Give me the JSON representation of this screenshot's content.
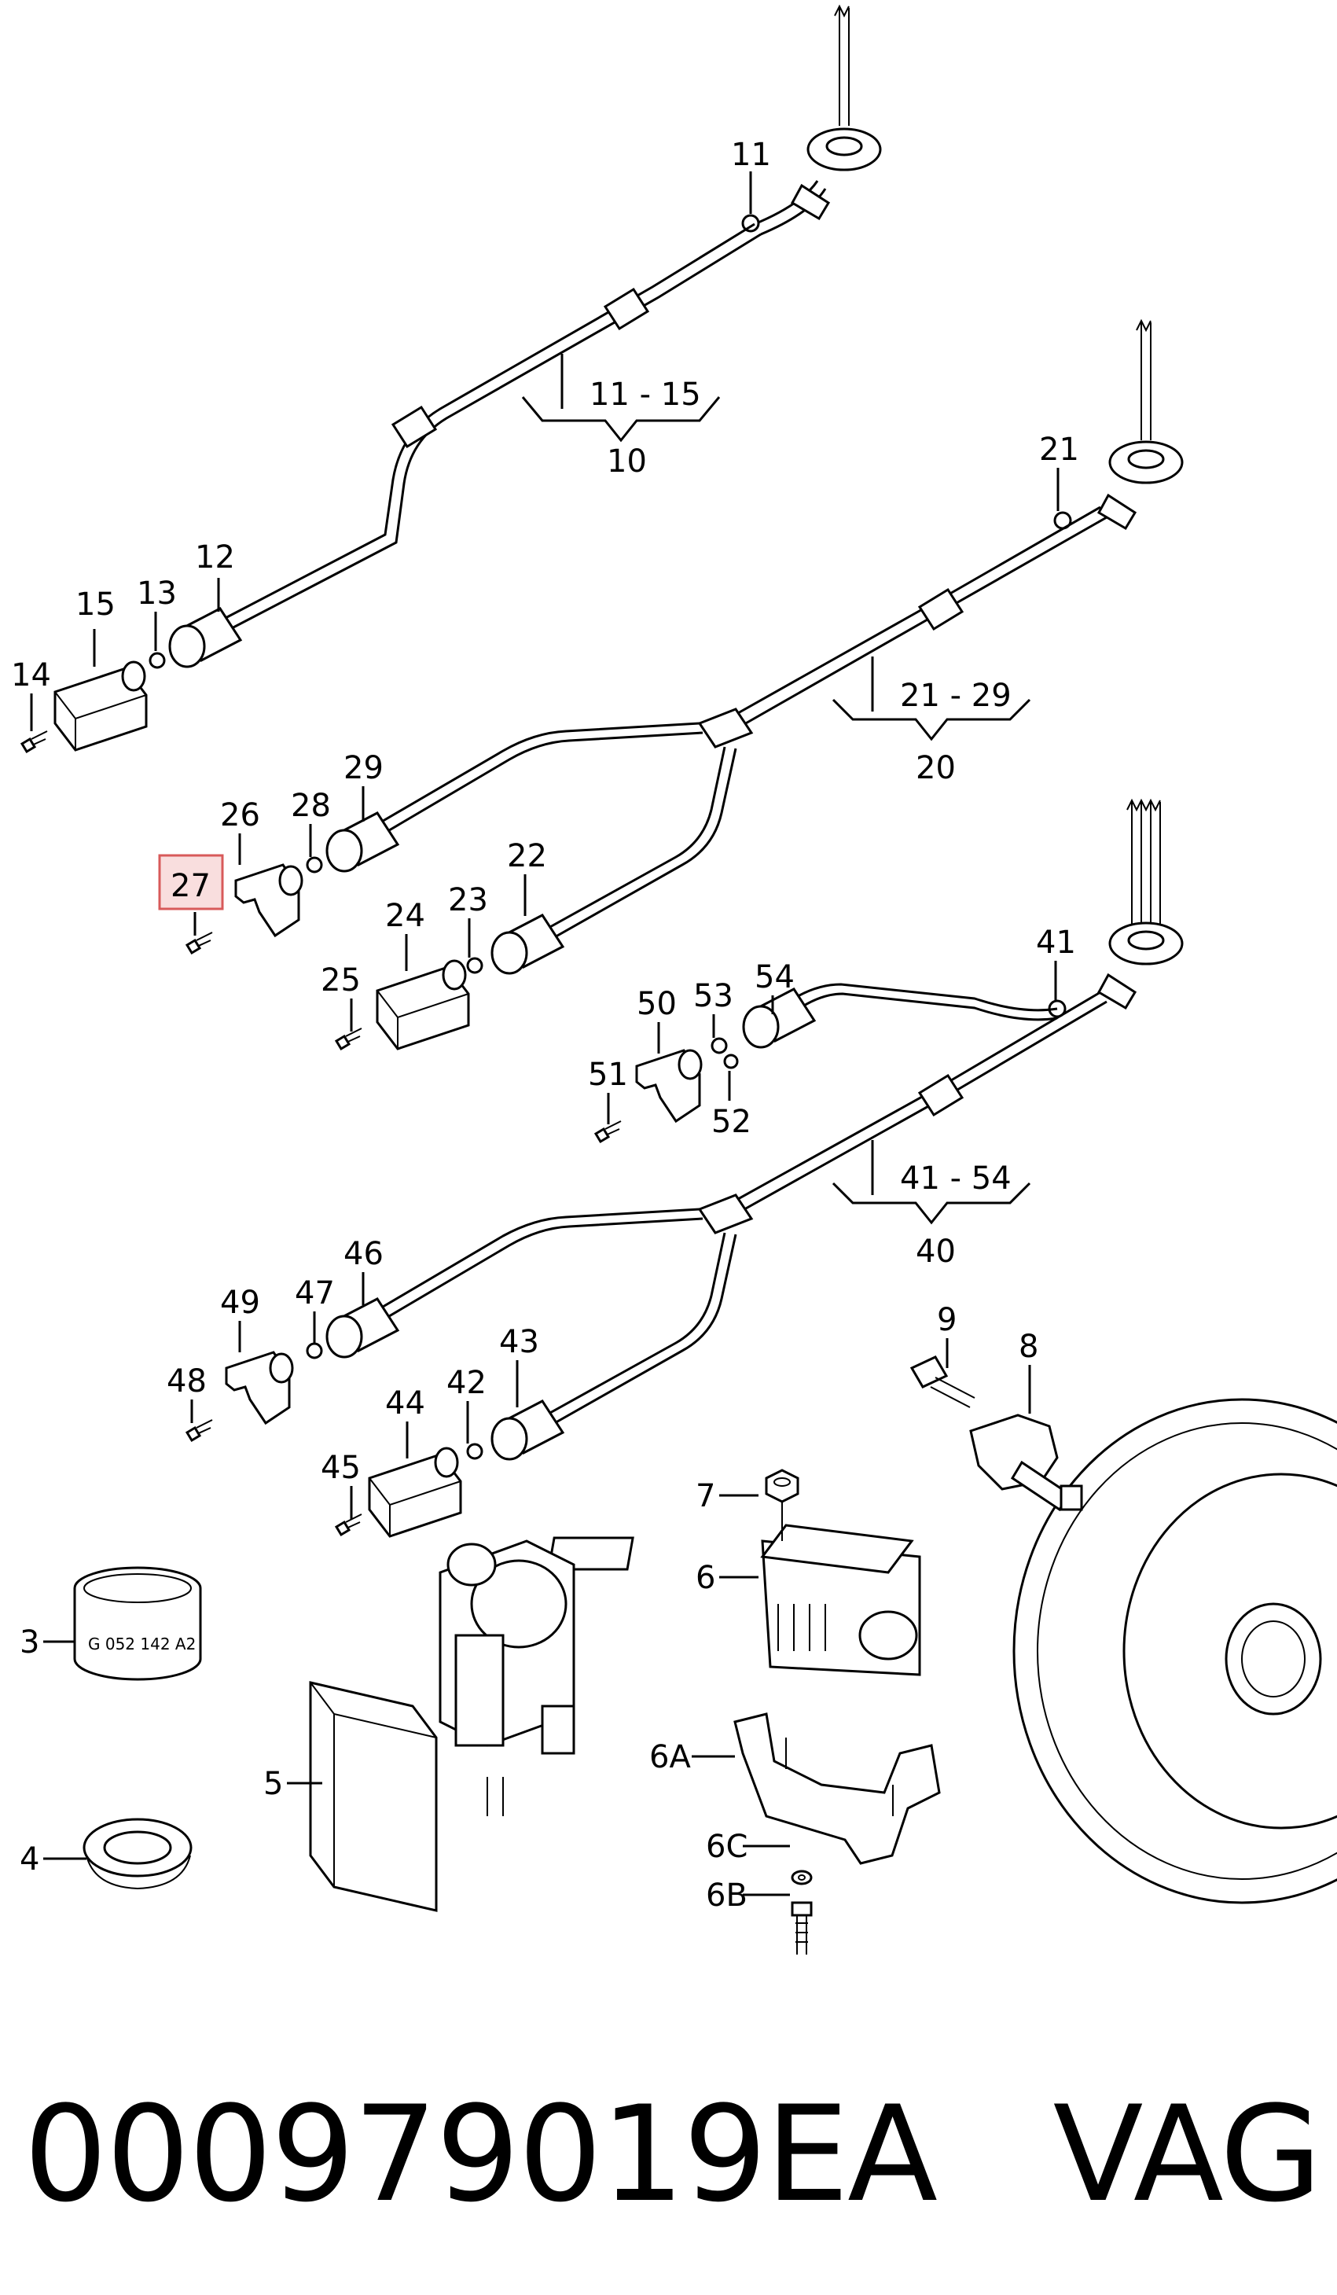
{
  "banner": {
    "part_number": "000979019EA",
    "brand": "VAG"
  },
  "highlighted_label": "27",
  "callouts": [
    {
      "id": "11",
      "text": "11"
    },
    {
      "id": "11-15",
      "text": "11 - 15"
    },
    {
      "id": "10",
      "text": "10"
    },
    {
      "id": "12",
      "text": "12"
    },
    {
      "id": "13",
      "text": "13"
    },
    {
      "id": "14",
      "text": "14"
    },
    {
      "id": "15",
      "text": "15"
    },
    {
      "id": "21",
      "text": "21"
    },
    {
      "id": "21-29",
      "text": "21 - 29"
    },
    {
      "id": "20",
      "text": "20"
    },
    {
      "id": "22",
      "text": "22"
    },
    {
      "id": "23",
      "text": "23"
    },
    {
      "id": "24",
      "text": "24"
    },
    {
      "id": "25",
      "text": "25"
    },
    {
      "id": "26",
      "text": "26"
    },
    {
      "id": "27",
      "text": "27"
    },
    {
      "id": "28",
      "text": "28"
    },
    {
      "id": "29",
      "text": "29"
    },
    {
      "id": "41",
      "text": "41"
    },
    {
      "id": "41-54",
      "text": "41 - 54"
    },
    {
      "id": "40",
      "text": "40"
    },
    {
      "id": "42",
      "text": "42"
    },
    {
      "id": "43",
      "text": "43"
    },
    {
      "id": "44",
      "text": "44"
    },
    {
      "id": "45",
      "text": "45"
    },
    {
      "id": "46",
      "text": "46"
    },
    {
      "id": "47",
      "text": "47"
    },
    {
      "id": "48",
      "text": "48"
    },
    {
      "id": "49",
      "text": "49"
    },
    {
      "id": "50",
      "text": "50"
    },
    {
      "id": "51",
      "text": "51"
    },
    {
      "id": "52",
      "text": "52"
    },
    {
      "id": "53",
      "text": "53"
    },
    {
      "id": "54",
      "text": "54"
    },
    {
      "id": "9",
      "text": "9"
    },
    {
      "id": "8",
      "text": "8"
    },
    {
      "id": "7",
      "text": "7"
    },
    {
      "id": "6",
      "text": "6"
    },
    {
      "id": "6A",
      "text": "6A"
    },
    {
      "id": "6B",
      "text": "6B"
    },
    {
      "id": "6C",
      "text": "6C"
    },
    {
      "id": "5",
      "text": "5"
    },
    {
      "id": "4",
      "text": "4"
    },
    {
      "id": "3",
      "text": "3"
    }
  ],
  "part_markings": {
    "ring_3": "G 052 142 A2"
  },
  "colors": {
    "highlight_fill": "#f9dede",
    "highlight_stroke": "#d85a5a",
    "line": "#000000"
  }
}
